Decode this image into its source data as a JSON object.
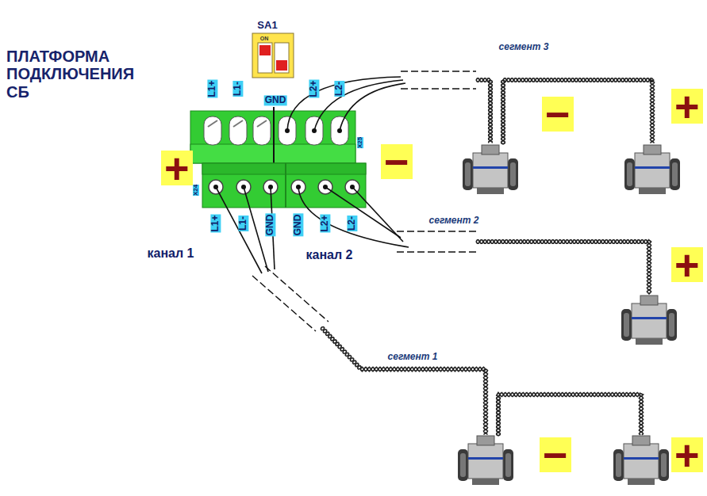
{
  "diagram": {
    "nodes": [
      {
        "text": [
          "ПЛАТФОРМА ПОДКЛЮЧЕНИЯ СБ"
        ]
      },
      {
        "text": [
          "+"
        ],
        "in": 0
      },
      {
        "text": [
          "−"
        ]
      },
      {
        "text": [
          "−"
        ]
      },
      {
        "text": [
          "+"
        ]
      },
      {
        "text": [
          "+"
        ]
      },
      {
        "text": [
          "−"
        ]
      },
      {
        "text": [
          "+"
        ]
      }
    ],
    "labels": [
      "SA1",
      "ON",
      "L1+",
      "L1-",
      "GND",
      "L2+",
      "L2-",
      "X25",
      "X24",
      "L1+",
      "L1-",
      "GND",
      "GND",
      "L2+",
      "L2-",
      "сегмент 3",
      "сегмент 2",
      "канал 1",
      "канал 2",
      "сегмент 1"
    ]
  }
}
